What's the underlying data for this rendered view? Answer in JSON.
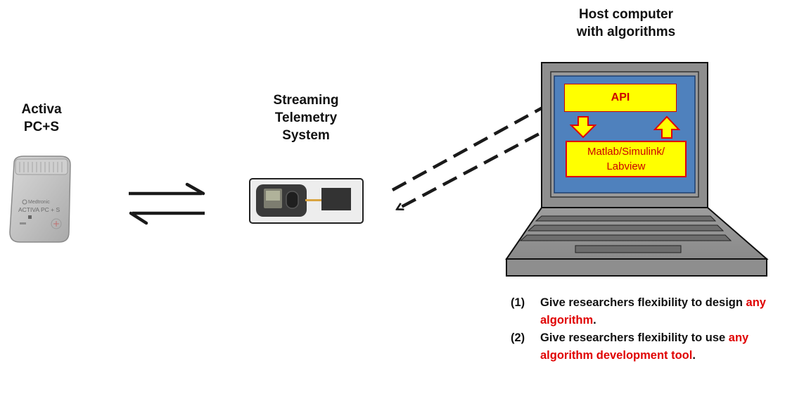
{
  "labels": {
    "activa": [
      "Activa",
      "PC+S"
    ],
    "streaming": [
      "Streaming",
      "Telemetry",
      "System"
    ],
    "host": [
      "Host computer",
      "with algorithms"
    ]
  },
  "device": {
    "brand": "Medtronic",
    "model": "ACTIVA PC + S"
  },
  "screen": {
    "api_label": "API",
    "tool_lines": [
      "Matlab/Simulink/",
      "Labview"
    ]
  },
  "notes": [
    {
      "num": "(1)",
      "text_before": "Give researchers flexibility to design ",
      "highlight": "any algorithm",
      "text_after": "."
    },
    {
      "num": "(2)",
      "text_before": "Give researchers flexibility to use ",
      "highlight": "any algorithm development tool",
      "text_after": "."
    }
  ],
  "colors": {
    "highlight": "#e00000",
    "screen_blue": "#4f81bd",
    "box_yellow": "#ffff00",
    "arrow_yellow": "#ffff00",
    "laptop_gray": "#999999"
  }
}
